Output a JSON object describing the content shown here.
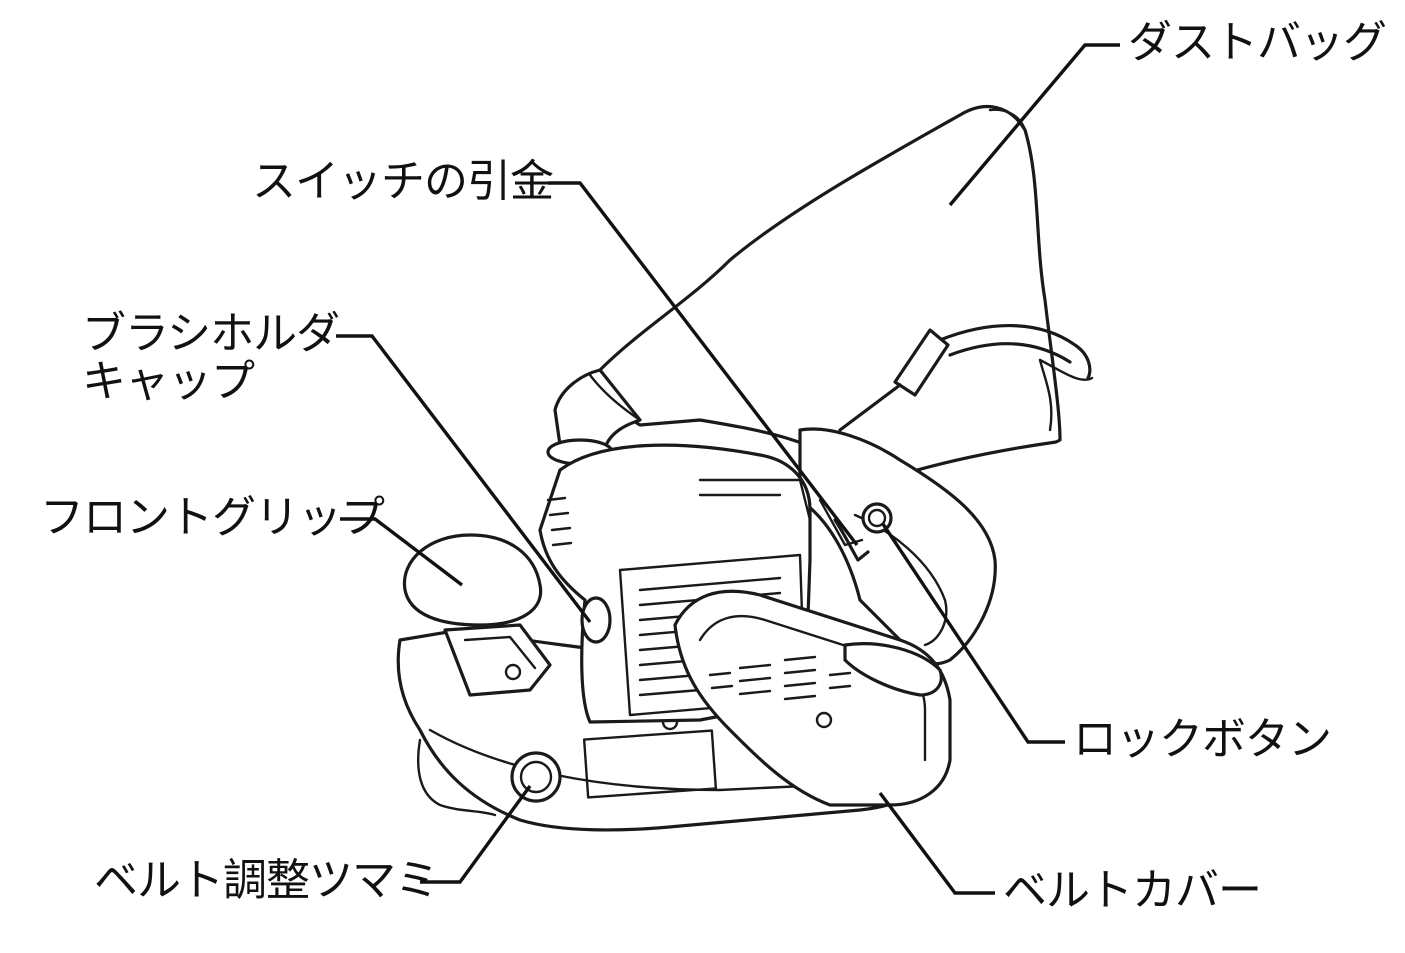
{
  "diagram": {
    "labels": {
      "dust_bag": "ダストバッグ",
      "switch_trigger": "スイッチの引金",
      "brush_holder_cap_line1": "ブラシホルダ",
      "brush_holder_cap_line2": "キャップ",
      "front_grip": "フロントグリップ",
      "lock_button": "ロックボタン",
      "belt_adjust_knob": "ベルト調整ツマミ",
      "belt_cover": "ベルトカバー"
    }
  }
}
